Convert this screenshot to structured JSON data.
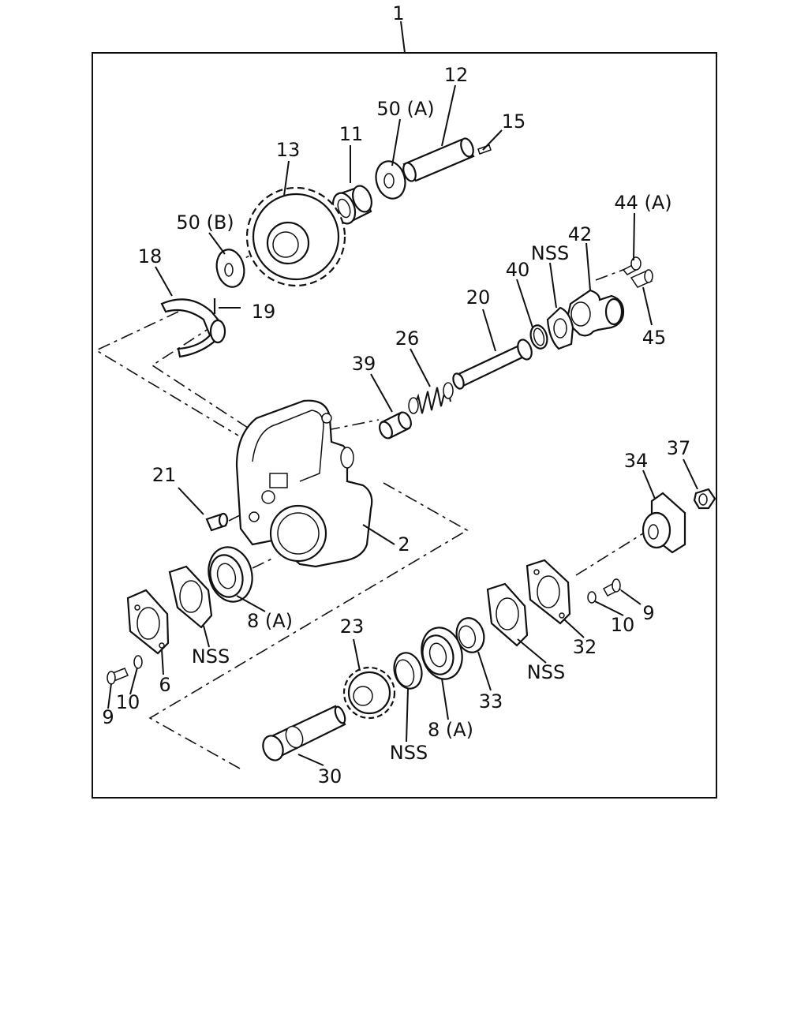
{
  "labels": {
    "assembly": "1",
    "case": "2",
    "cover": "6",
    "bearing_upper": "8 (A)",
    "bearing_lower": "8 (A)",
    "bolt_left": "9",
    "bolt_right": "9",
    "washer_left": "10",
    "washer_right": "10",
    "needle_bearing": "11",
    "shaft": "12",
    "gear_large": "13",
    "pin": "15",
    "fork": "18",
    "fork_pin": "19",
    "shift_rod": "20",
    "plug": "21",
    "gear_small": "23",
    "spring": "26",
    "output_shaft": "30",
    "cover_right": "32",
    "oil_seal": "33",
    "housing": "34",
    "nut": "37",
    "spacer": "39",
    "o_ring": "40",
    "actuator": "42",
    "bolt_top": "44 (A)",
    "fitting": "45",
    "washer_a": "50 (A)",
    "washer_b": "50 (B)",
    "nss_gasket_top": "NSS",
    "nss_gasket_left": "NSS",
    "nss_ring": "NSS",
    "nss_gasket_right": "NSS"
  }
}
